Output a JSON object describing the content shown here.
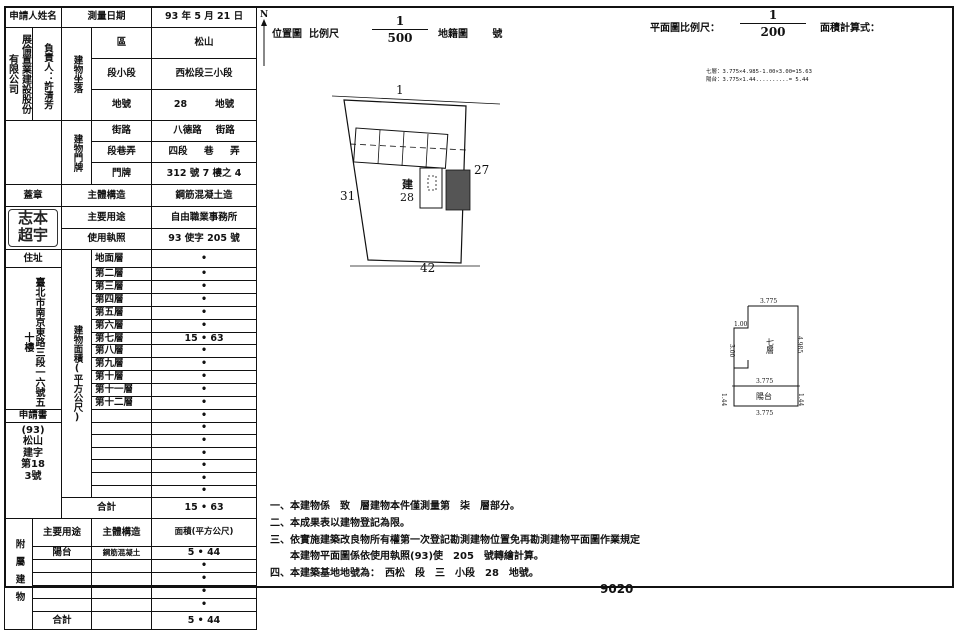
{
  "applicant": {
    "label_name": "申請人姓名",
    "company": "展倫置業建設股份有限公司",
    "rep_label": "負責人：",
    "rep_name": "許清芳",
    "seal_label": "蓋章",
    "seal_text": "志本 超宇",
    "address_label": "住址",
    "address": "臺北市南京東路三段一六號五十樓",
    "application_label": "申請書",
    "application_no": "(93)松山建字第183號"
  },
  "survey": {
    "date_label": "測量日期",
    "date_value": "93 年 5 月 21 日",
    "site_label": "建物坐落",
    "district_label": "區",
    "district_value": "松山",
    "subsection_label": "段小段",
    "subsection_value": "西松段三小段",
    "lot_label": "地號",
    "lot_number": "28",
    "lot_suffix": "地號",
    "door_label": "建物門牌",
    "street_label": "街路",
    "street_value": "八德路",
    "street_suffix": "街路",
    "lane_label": "段巷弄",
    "lane_value": "四段",
    "lane_mid": "巷",
    "lane_suffix": "弄",
    "number_label": "門牌",
    "number_value": "312 號 7 樓之 4",
    "structure_label": "主體構造",
    "structure_value": "鋼筋混凝土造",
    "use_label": "主要用途",
    "use_value": "自由職業事務所",
    "license_label": "使用執照",
    "license_value": "93 使字 205 號",
    "area_side_label": "建物面積(平方公尺)",
    "floors": [
      {
        "name": "地面層",
        "value": "•"
      },
      {
        "name": "第二層",
        "value": "•"
      },
      {
        "name": "第三層",
        "value": "•"
      },
      {
        "name": "第四層",
        "value": "•"
      },
      {
        "name": "第五層",
        "value": "•"
      },
      {
        "name": "第六層",
        "value": "•"
      },
      {
        "name": "第七層",
        "value": "15 • 63"
      },
      {
        "name": "第八層",
        "value": "•"
      },
      {
        "name": "第九層",
        "value": "•"
      },
      {
        "name": "第十層",
        "value": "•"
      },
      {
        "name": "第十一層",
        "value": "•"
      },
      {
        "name": "第十二層",
        "value": "•"
      },
      {
        "name": "",
        "value": "•"
      },
      {
        "name": "",
        "value": "•"
      },
      {
        "name": "",
        "value": "•"
      },
      {
        "name": "",
        "value": "•"
      },
      {
        "name": "",
        "value": "•"
      },
      {
        "name": "",
        "value": "•"
      },
      {
        "name": "",
        "value": "•"
      }
    ],
    "total_label": "合計",
    "total_value": "15 • 63"
  },
  "attached": {
    "side_label": "附屬建物",
    "use_header": "主要用途",
    "structure_header": "主體構造",
    "area_header": "面積(平方公尺)",
    "rows": [
      {
        "use": "陽台",
        "structure": "鋼筋混凝土",
        "area": "5 • 44"
      },
      {
        "use": "",
        "structure": "",
        "area": "•"
      },
      {
        "use": "",
        "structure": "",
        "area": "•"
      },
      {
        "use": "",
        "structure": "",
        "area": "•"
      },
      {
        "use": "",
        "structure": "",
        "area": "•"
      }
    ],
    "total_label": "合計",
    "total_value": "5 • 44"
  },
  "location_map": {
    "north": "N",
    "title": "位置圖",
    "scale_label": "比例尺",
    "scale_num": "1",
    "scale_den": "500",
    "cadastral_label": "地籍圖",
    "number_label": "號",
    "labels": {
      "top": "1",
      "left": "31",
      "right": "27",
      "bottom": "42",
      "building": "建",
      "building_no": "28"
    }
  },
  "floor_plan": {
    "title": "平面圖比例尺：",
    "scale_num": "1",
    "scale_den": "200",
    "area_calc_label": "面積計算式：",
    "formula_1": "七層：3.775×4.985-1.00×3.00=15.63",
    "formula_2": "陽台：3.775×1.44..........= 5.44",
    "dims": {
      "top": "3.775",
      "notch": "1.00",
      "height": "3.00",
      "right": "4.985",
      "balcony_top": "3.775",
      "balcony_left": "1.44",
      "balcony_right": "1.44",
      "bottom": "3.775"
    },
    "room_1": "七層",
    "room_2": "陽台"
  },
  "notes": [
    "一、本建物係　致　層建物本件僅測量第　柒　層部分。",
    "二、本成果表以建物登記為限。",
    "三、依實施建築改良物所有權第一次登記勘測建物位置免再勘測建物平面圖作業規定",
    "　　本建物平面圖係依使用執照(93)使　205　號轉繪計算。",
    "四、本建築基地地號為：　西松　段　三　小段　28　地號。"
  ],
  "page_number": "9020"
}
